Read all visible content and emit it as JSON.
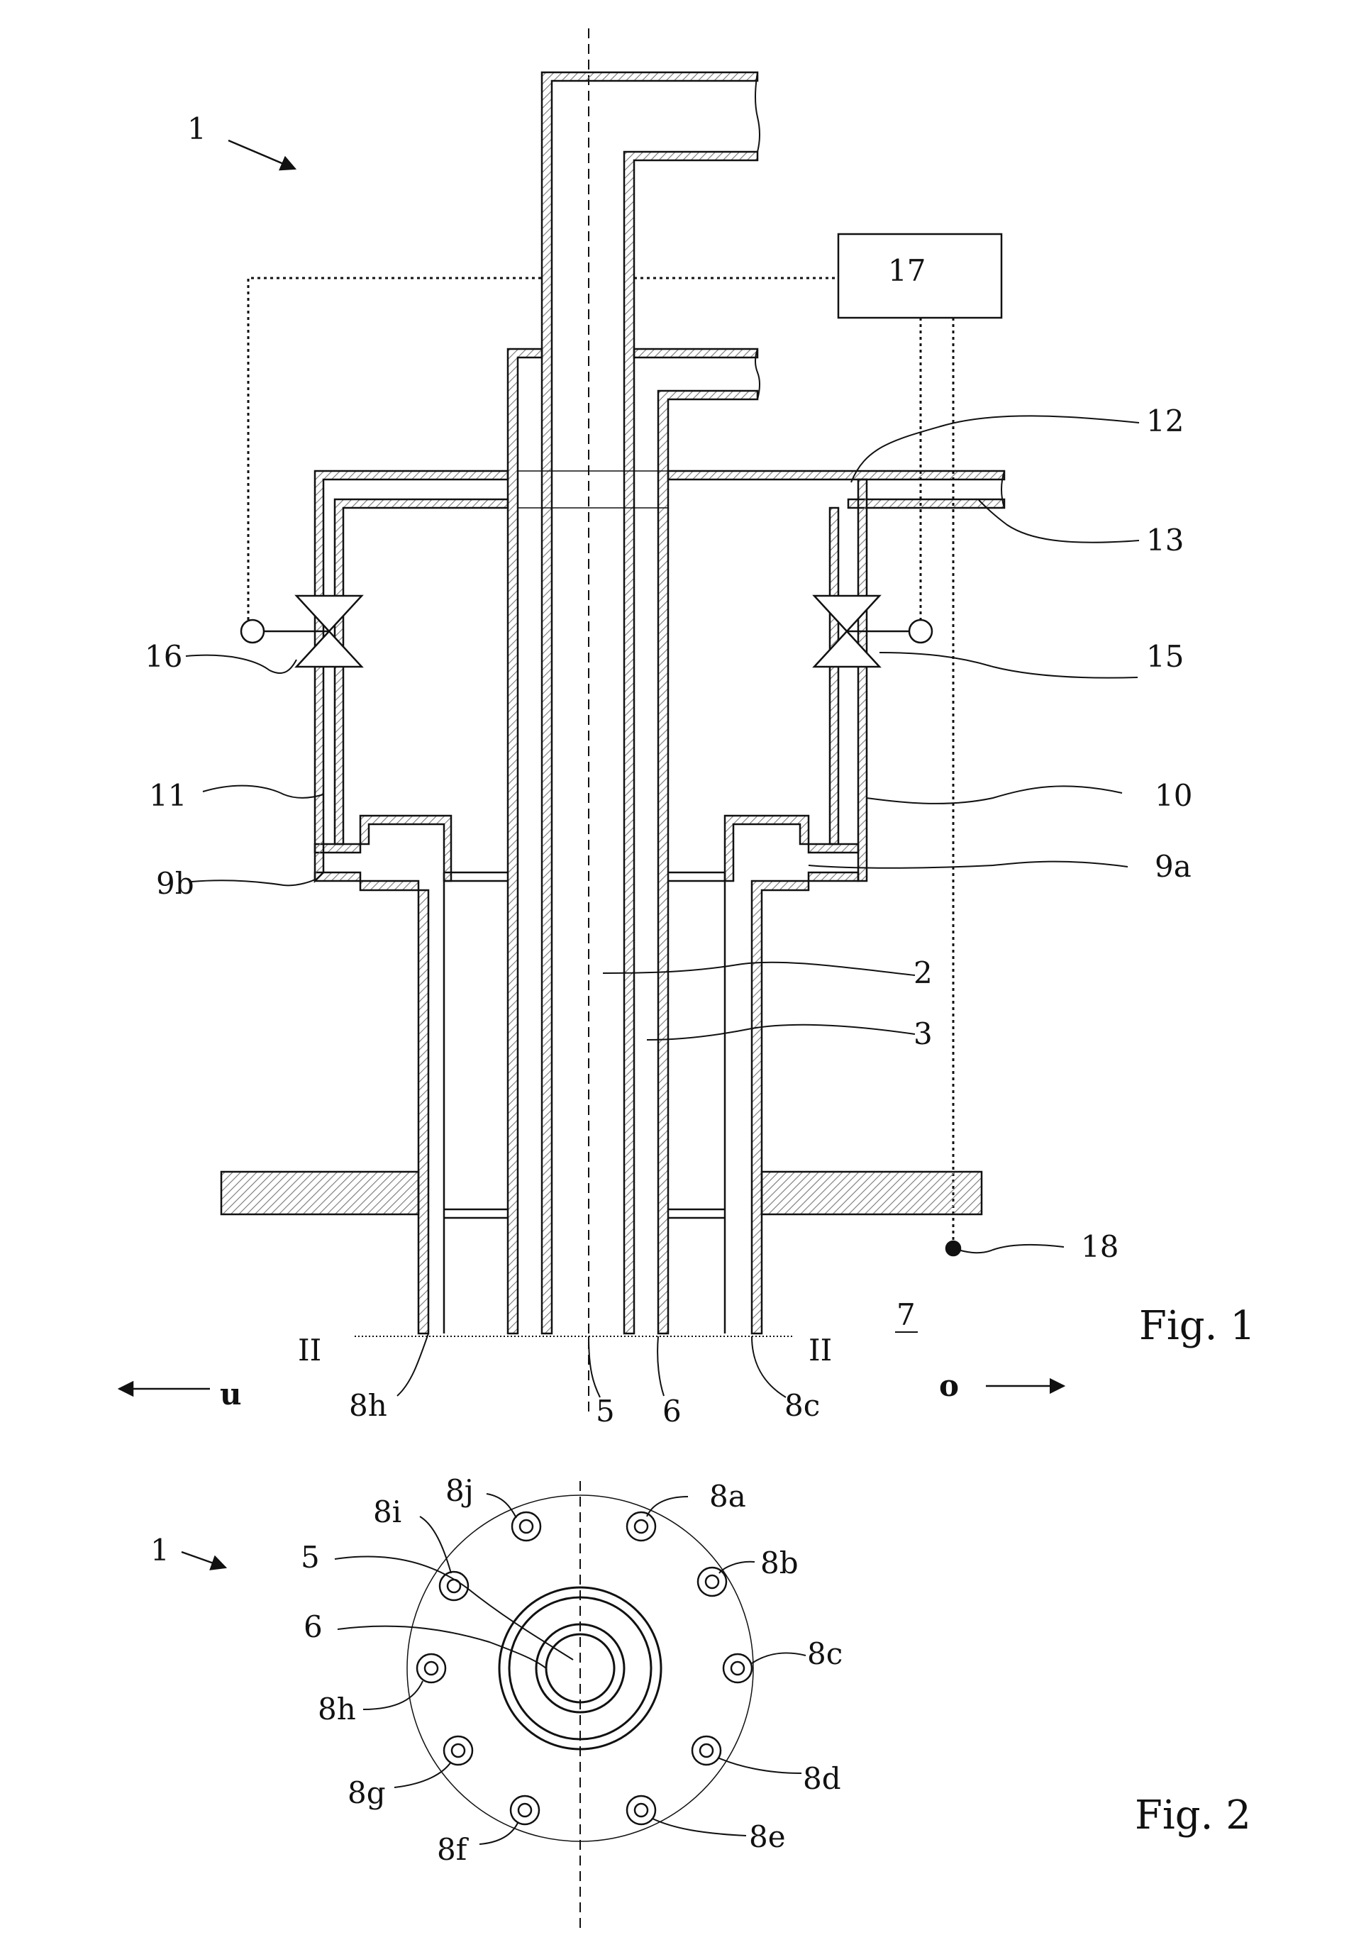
{
  "figure1": {
    "title": "Fig. 1",
    "labels": {
      "ref_1": "1",
      "ref_2": "2",
      "ref_3": "3",
      "ref_5": "5",
      "ref_6": "6",
      "ref_7": "7",
      "ref_8c": "8c",
      "ref_8h": "8h",
      "ref_9a": "9a",
      "ref_9b": "9b",
      "ref_10": "10",
      "ref_11": "11",
      "ref_12": "12",
      "ref_13": "13",
      "ref_15": "15",
      "ref_16": "16",
      "ref_17": "17",
      "ref_18": "18",
      "section_left": "II",
      "section_right": "II",
      "dir_u": "u",
      "dir_o": "o"
    }
  },
  "figure2": {
    "title": "Fig. 2",
    "labels": {
      "ref_1": "1",
      "ref_5": "5",
      "ref_6": "6",
      "ref_8a": "8a",
      "ref_8b": "8b",
      "ref_8c": "8c",
      "ref_8d": "8d",
      "ref_8e": "8e",
      "ref_8f": "8f",
      "ref_8g": "8g",
      "ref_8h": "8h",
      "ref_8i": "8i",
      "ref_8j": "8j"
    }
  },
  "colors": {
    "line": "#111111",
    "hatch": "#888888",
    "background": "#ffffff"
  }
}
